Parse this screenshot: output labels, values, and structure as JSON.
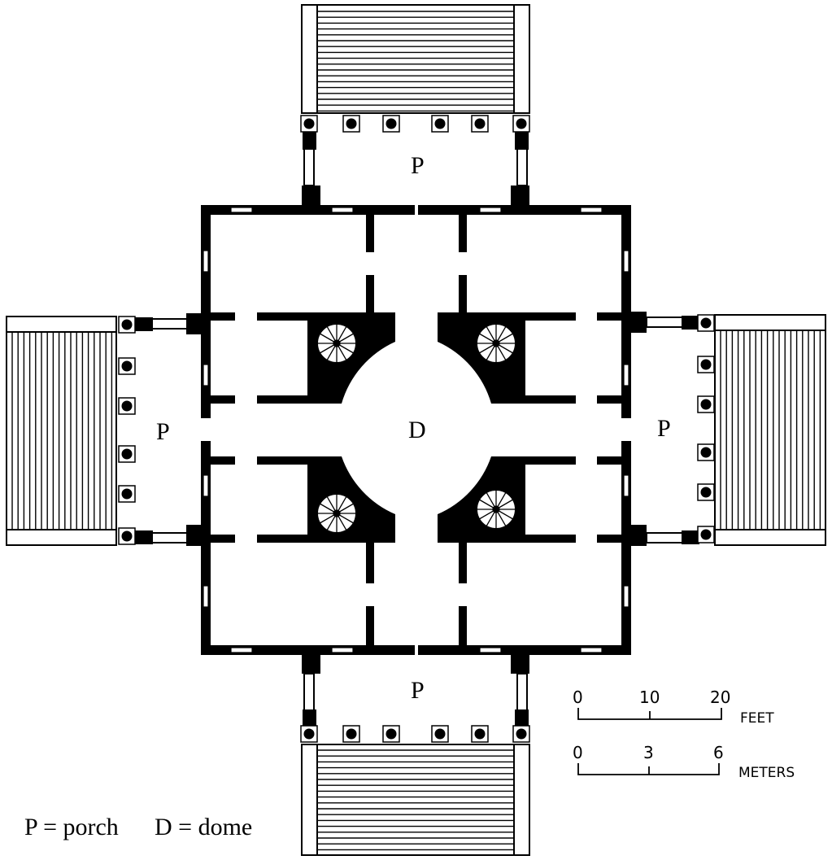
{
  "labels": {
    "porch_north": "P",
    "porch_south": "P",
    "porch_west": "P",
    "porch_east": "P",
    "dome": "D"
  },
  "legend": {
    "porch_entry": "P = porch",
    "dome_entry": "D = dome"
  },
  "scale_feet": {
    "ticks": [
      "0",
      "10",
      "20"
    ],
    "unit": "FEET"
  },
  "scale_meters": {
    "ticks": [
      "0",
      "3",
      "6"
    ],
    "unit": "METERS"
  },
  "colors": {
    "ink": "#000000",
    "paper": "#ffffff"
  }
}
